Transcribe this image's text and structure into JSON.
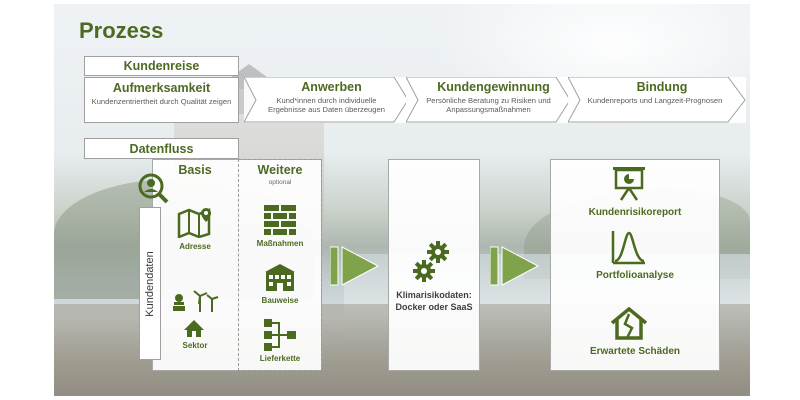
{
  "title": "Prozess",
  "kundenreise": {
    "label": "Kundenreise",
    "steps": [
      {
        "title": "Aufmerksamkeit",
        "text": "Kundenzentriertheit durch Qualität zeigen"
      },
      {
        "title": "Anwerben",
        "text": "Kund*innen durch individuelle Ergebnisse aus Daten überzeugen"
      },
      {
        "title": "Kundengewinnung",
        "text": "Persönliche Beratung zu Risiken und Anpassungsmaßnahmen"
      },
      {
        "title": "Bindung",
        "text": "Kundenreports und Langzeit-Prognosen"
      }
    ]
  },
  "datenfluss": {
    "label": "Datenfluss",
    "basis": {
      "title": "Basis",
      "items": [
        "Adresse",
        "Sektor"
      ]
    },
    "weitere": {
      "title": "Weitere",
      "subtitle": "optional",
      "items": [
        "Maßnahmen",
        "Bauweise",
        "Lieferkette"
      ]
    },
    "kundendaten": "Kundendaten",
    "klimarisiko": [
      "Klimarisikodaten:",
      "Docker oder SaaS"
    ],
    "outputs": [
      "Kundenrisikoreport",
      "Portfolioanalyse",
      "Erwartete Schäden"
    ]
  },
  "colors": {
    "accent": "#4d6a22",
    "icon": "#4a6b1f",
    "arrow": "#7ea34a"
  }
}
